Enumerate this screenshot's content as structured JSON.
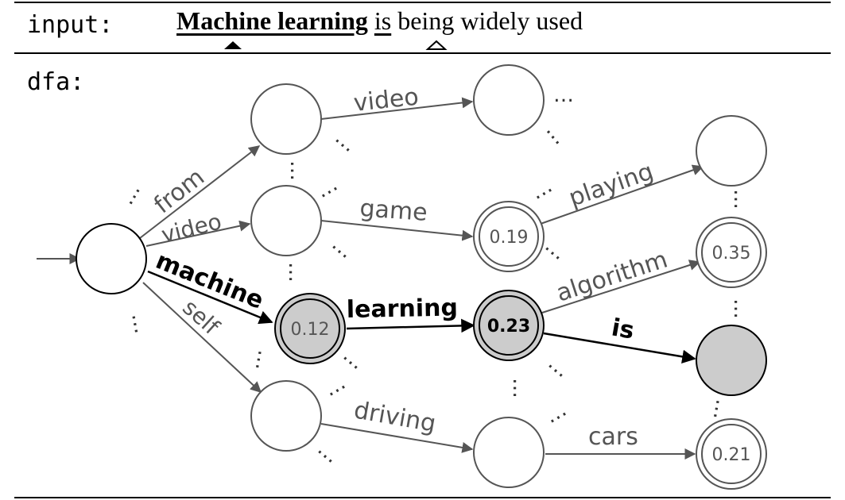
{
  "input": {
    "label": "input:",
    "match_text": "Machine learning",
    "space1": " ",
    "next_text": "is",
    "rest_text": " being widely used"
  },
  "dfa": {
    "label": "dfa:",
    "edges": {
      "from": "from",
      "video_start": "video",
      "machine": "machine",
      "self": "self",
      "video_top": "video",
      "game": "game",
      "learning": "learning",
      "driving": "driving",
      "playing": "playing",
      "algorithm": "algorithm",
      "is": "is",
      "cars": "cars"
    },
    "states": {
      "game_prob": "0.19",
      "learning_prob": "0.12",
      "machine_learning_prob": "0.23",
      "algorithm_prob": "0.35",
      "cars_prob": "0.21"
    },
    "ellipsis": "…",
    "colors": {
      "line": "#555555",
      "highlight_fill": "#cccccc",
      "text_active": "#000000"
    }
  }
}
